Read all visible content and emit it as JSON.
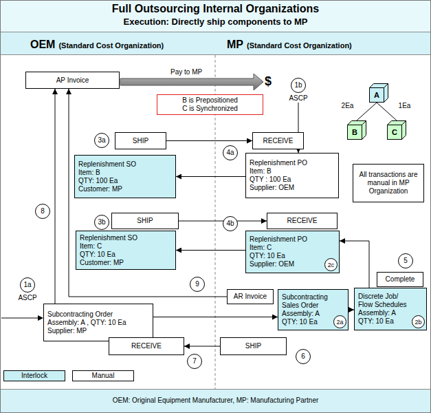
{
  "diagram": {
    "title": "Full Outsourcing Internal Organizations",
    "caption": "OEM: Original Equipment Manufacturer, MP: Manufacturing Partner",
    "nodes": [
      {
        "text": [
          "AP Invoice"
        ]
      },
      {
        "text": [
          "1b",
          "ASCP"
        ]
      },
      {
        "text": [
          "A"
        ]
      },
      {
        "text": [
          "B is Prepositioned",
          "C is Synchronized"
        ]
      },
      {
        "text": [
          "B"
        ]
      },
      {
        "text": [
          "C"
        ]
      },
      {
        "text": [
          "3a"
        ]
      },
      {
        "text": [
          "SHIP"
        ]
      },
      {
        "text": [
          "RECEIVE"
        ]
      },
      {
        "text": [
          "4a"
        ]
      },
      {
        "text": [
          "Replenishment SO",
          "Item: B",
          "QTY: 100 Ea",
          "Customer: MP"
        ]
      },
      {
        "text": [
          "Replenishment PO",
          "Item: B",
          "QTY : 100 Ea",
          "Supplier: OEM"
        ]
      },
      {
        "text": [
          "All transactions are manual in MP Organization"
        ]
      },
      {
        "text": [
          "8"
        ]
      },
      {
        "text": [
          "3b"
        ]
      },
      {
        "text": [
          "SHIP"
        ]
      },
      {
        "text": [
          "4b"
        ]
      },
      {
        "text": [
          "RECEIVE"
        ]
      },
      {
        "text": [
          "Replenishment SO",
          "Item: C",
          "QTY: 10 Ea",
          "Customer: MP"
        ]
      },
      {
        "text": [
          "Replenishment PO",
          "Item: C",
          "QTY: 10 Ea",
          "Supplier: OEM"
        ]
      },
      {
        "text": [
          "2c"
        ],
        "in": 19
      },
      {
        "text": [
          "5"
        ]
      },
      {
        "text": [
          "Complete"
        ]
      },
      {
        "text": [
          "1a",
          "ASCP"
        ]
      },
      {
        "text": [
          "9"
        ]
      },
      {
        "text": [
          "AR Invoice"
        ]
      },
      {
        "text": [
          "Subcontracting Order",
          "Assembly: A , QTY: 10 Ea",
          "Supplier: MP"
        ]
      },
      {
        "text": [
          "Subcontracting Sales Order",
          "Assembly: A",
          "QTY: 10 Ea"
        ]
      },
      {
        "text": [
          "2a"
        ],
        "in": 27
      },
      {
        "text": [
          "Discrete Job/ Flow Schedules",
          "Assembly: A",
          "QTY: 10 Ea"
        ]
      },
      {
        "text": [
          "2b"
        ],
        "in": 29
      },
      {
        "text": [
          "RECEIVE"
        ]
      },
      {
        "text": [
          "SHIP"
        ]
      },
      {
        "text": [
          "7"
        ]
      },
      {
        "text": [
          "6"
        ]
      }
    ],
    "edges": [
      {
        "from": 7,
        "to": 8,
        "arrow": "to"
      },
      {
        "from": 11,
        "to": 10,
        "arrow": "to"
      },
      {
        "from": 1,
        "to": 11,
        "arrow": "to"
      },
      {
        "from": 2,
        "to": 4,
        "label": "2Ea",
        "arrow": "none"
      },
      {
        "from": 2,
        "to": 5,
        "label": "1Ea",
        "arrow": "none"
      },
      {
        "from": 15,
        "to": 17,
        "arrow": "to"
      },
      {
        "from": 19,
        "to": 18,
        "arrow": "to"
      },
      {
        "from": 29,
        "to": 19,
        "arrow": "to"
      },
      {
        "from": 26,
        "to": 0,
        "arrow": "to"
      },
      {
        "from": 25,
        "to": 0,
        "arrow": "to"
      },
      {
        "from": 26,
        "to": 27,
        "arrow": "to"
      },
      {
        "from": 27,
        "to": 29,
        "arrow": "to"
      },
      {
        "from": 32,
        "to": 31,
        "arrow": "to"
      }
    ],
    "labels": [
      "Execution: Directly ship components to MP",
      "OEM",
      "(Standard Cost Organization)",
      "MP",
      "(Standard Cost Organization)",
      "Pay to MP",
      "$"
    ],
    "legend": [
      {
        "text": "Interlock",
        "color": "#c8f0f5"
      },
      {
        "text": "Manual",
        "color": "#ffffff"
      }
    ]
  }
}
